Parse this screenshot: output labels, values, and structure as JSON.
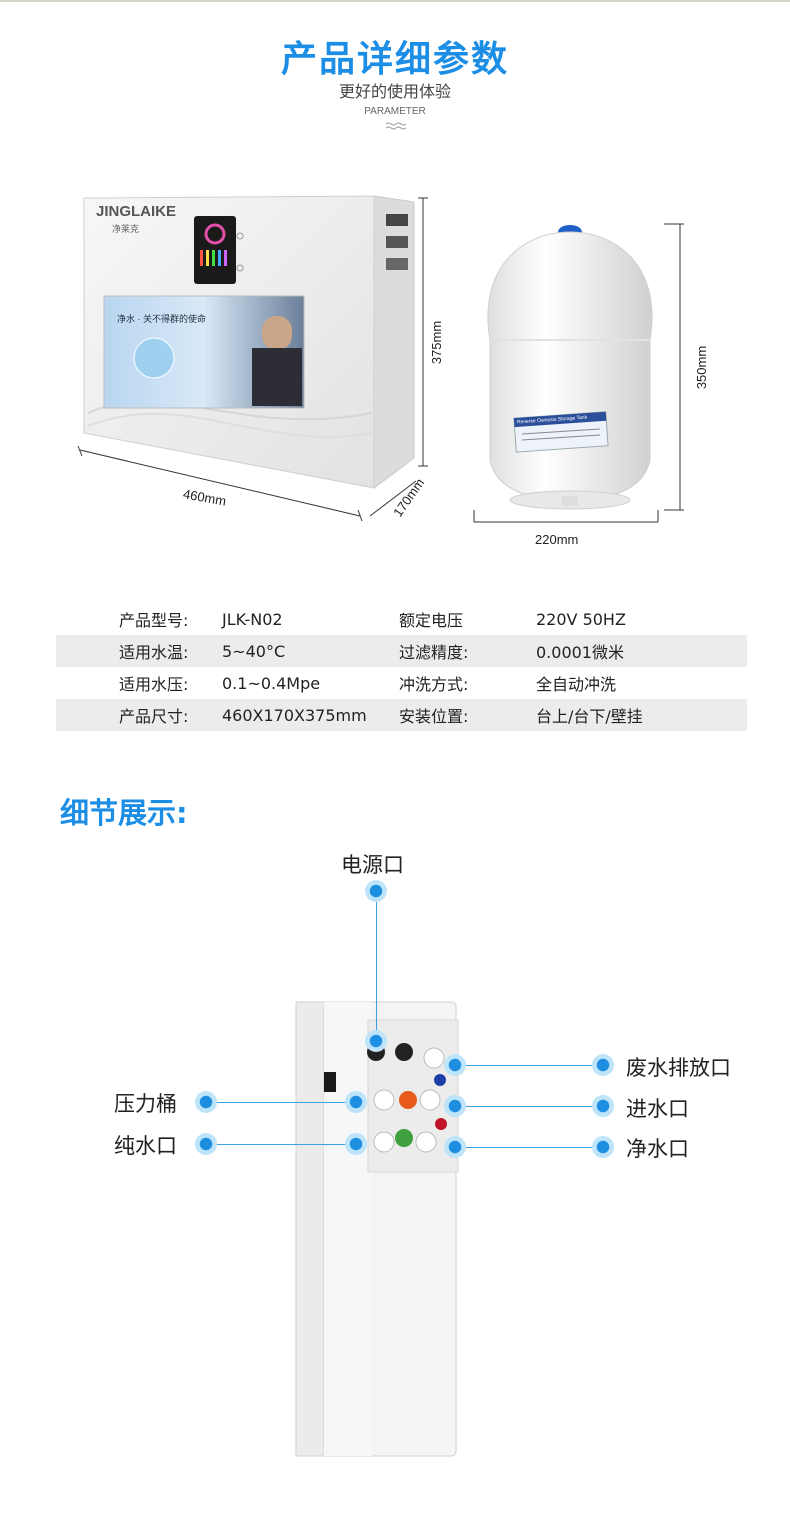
{
  "header": {
    "title": "产品详细参数",
    "subtitle": "更好的使用体验",
    "english": "PARAMETER"
  },
  "product": {
    "brand": "JINGLAIKE",
    "brand_cn": "净莱克",
    "screen_text": "净水 · 关不得群的使命"
  },
  "tank": {
    "label": "Reverse Osmosis Storage Tank"
  },
  "dimensions": {
    "purifier_width": "460mm",
    "purifier_depth": "170mm",
    "purifier_height": "375mm",
    "tank_height": "350mm",
    "tank_width": "220mm"
  },
  "specs": [
    {
      "k1": "产品型号:",
      "v1": "JLK-N02",
      "k2": "额定电压",
      "v2": "220V  50HZ"
    },
    {
      "k1": "适用水温:",
      "v1": "5~40°C",
      "k2": "过滤精度:",
      "v2": "0.0001微米"
    },
    {
      "k1": "适用水压:",
      "v1": "0.1~0.4Mpe",
      "k2": "冲洗方式:",
      "v2": "全自动冲洗"
    },
    {
      "k1": "产品尺寸:",
      "v1": "460X170X375mm",
      "k2": "安装位置:",
      "v2": "台上/台下/壁挂"
    }
  ],
  "details": {
    "title": "细节展示:",
    "labels": {
      "power": "电源口",
      "waste": "废水排放口",
      "pressure_tank": "压力桶",
      "inlet": "进水口",
      "pure_water": "纯水口",
      "clean_water": "净水口"
    }
  },
  "colors": {
    "accent": "#1d8ee6",
    "row_alt": "#ececec"
  }
}
